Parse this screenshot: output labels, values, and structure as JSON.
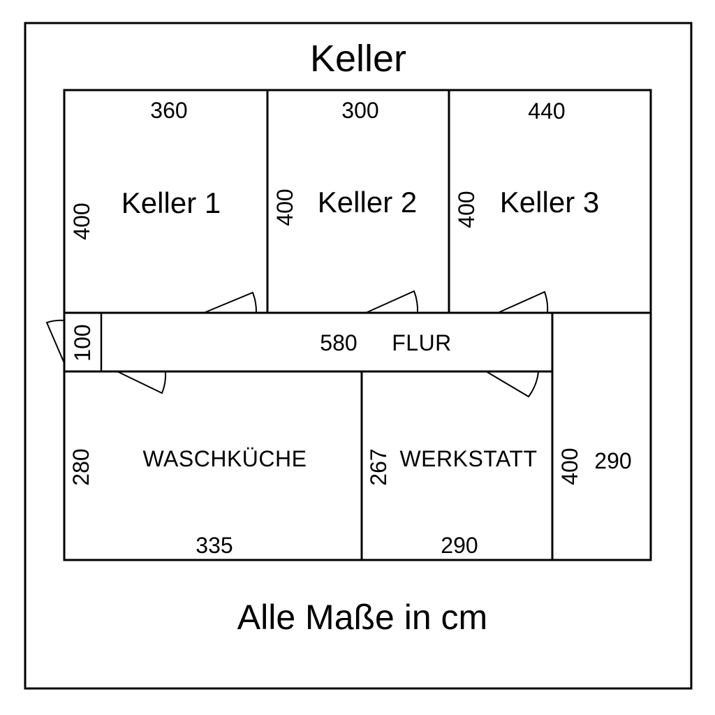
{
  "title": "Keller",
  "footer_note": "Alle Maße in cm",
  "unit": "cm",
  "rooms": {
    "keller1": {
      "name": "Keller 1",
      "width_cm": "360",
      "depth_cm": "400"
    },
    "keller2": {
      "name": "Keller 2",
      "width_cm": "300",
      "depth_cm": "400"
    },
    "keller3": {
      "name": "Keller 3",
      "width_cm": "440",
      "depth_cm": "400"
    },
    "flur": {
      "name": "FLUR",
      "length_cm": "580",
      "width_cm": "100"
    },
    "waschkueche": {
      "name": "WASCHKÜCHE",
      "width_cm": "335",
      "depth_cm": "280"
    },
    "werkstatt": {
      "name": "WERKSTATT",
      "width_cm": "290",
      "depth_cm": "267"
    },
    "nebenraum": {
      "width_cm": "290",
      "depth_cm": "400"
    }
  }
}
